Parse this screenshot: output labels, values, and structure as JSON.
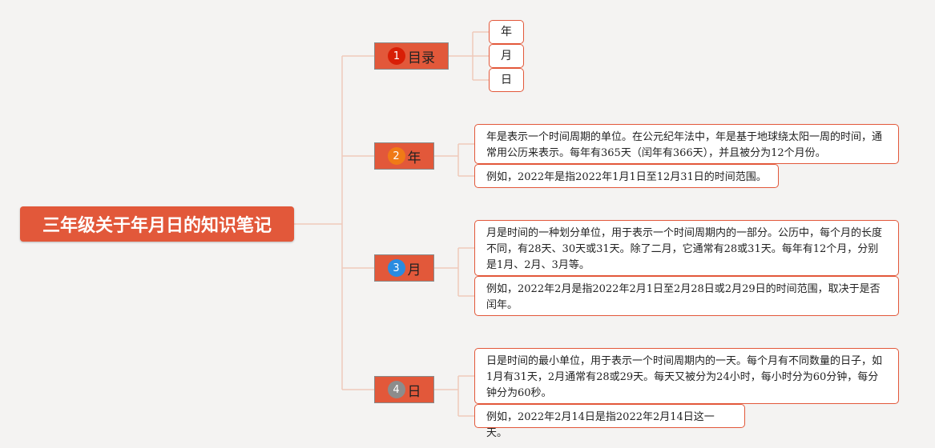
{
  "root": {
    "title": "三年级关于年月日的知识笔记"
  },
  "branches": [
    {
      "number": "1",
      "label": "目录",
      "badge_color": "#d81e06"
    },
    {
      "number": "2",
      "label": "年",
      "badge_color": "#f07a17"
    },
    {
      "number": "3",
      "label": "月",
      "badge_color": "#2a8be0"
    },
    {
      "number": "4",
      "label": "日",
      "badge_color": "#8c8c8c"
    }
  ],
  "toc": [
    "年",
    "月",
    "日"
  ],
  "year": {
    "definition": "年是表示一个时间周期的单位。在公元纪年法中，年是基于地球绕太阳一周的时间，通常用公历来表示。每年有365天（闰年有366天），并且被分为12个月份。",
    "example": "例如，2022年是指2022年1月1日至12月31日的时间范围。"
  },
  "month": {
    "definition": "月是时间的一种划分单位，用于表示一个时间周期内的一部分。公历中，每个月的长度不同，有28天、30天或31天。除了二月，它通常有28或31天。每年有12个月，分别是1月、2月、3月等。",
    "example": "例如，2022年2月是指2022年2月1日至2月28日或2月29日的时间范围，取决于是否闰年。"
  },
  "day": {
    "definition": "日是时间的最小单位，用于表示一个时间周期内的一天。每个月有不同数量的日子，如1月有31天，2月通常有28或29天。每天又被分为24小时，每小时分为60分钟，每分钟分为60秒。",
    "example": "例如，2022年2月14日是指2022年2月14日这一天。"
  },
  "colors": {
    "accent": "#e2583a",
    "line": "#efc9bb"
  }
}
